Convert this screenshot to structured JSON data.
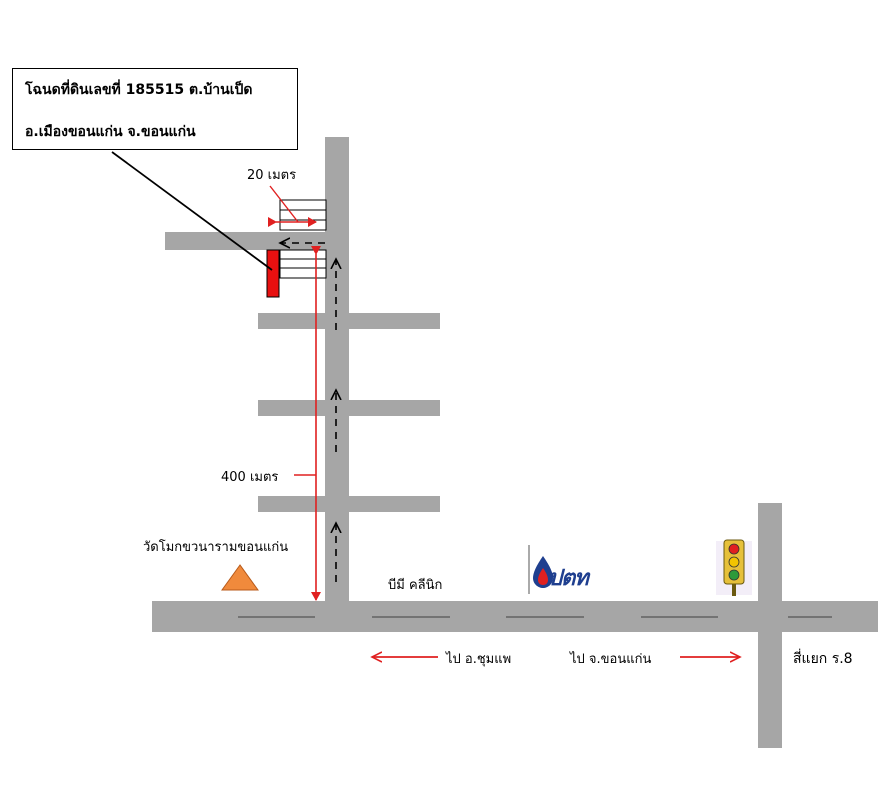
{
  "title_box": {
    "line1": "โฉนดที่ดินเลขที่ 185515   ต.บ้านเป็ด",
    "line2": "อ.เมืองขอนแก่น  จ.ขอนแก่น"
  },
  "labels": {
    "width_20m": "20 เมตร",
    "distance_400m": "400 เมตร",
    "temple": "วัดโมกขวนารามขอนแก่น",
    "clinic": "บีมี คลีนิก",
    "to_chumphae": "ไป อ.ชุมแพ",
    "to_khonkaen": "ไป จ.ขอนแก่น",
    "intersection": "สี่แยก ร.8",
    "ptt": "ปตท"
  },
  "colors": {
    "road": "#a6a6a6",
    "measure_line": "#e02020",
    "plot": "#e81010",
    "temple": "#f08a3c",
    "route": "#000000",
    "ptt_blue": "#1f3f8f"
  },
  "icons": {
    "temple": "triangle-landmark-icon",
    "gas_station": "ptt-logo-icon",
    "traffic_light": "traffic-light-icon"
  }
}
